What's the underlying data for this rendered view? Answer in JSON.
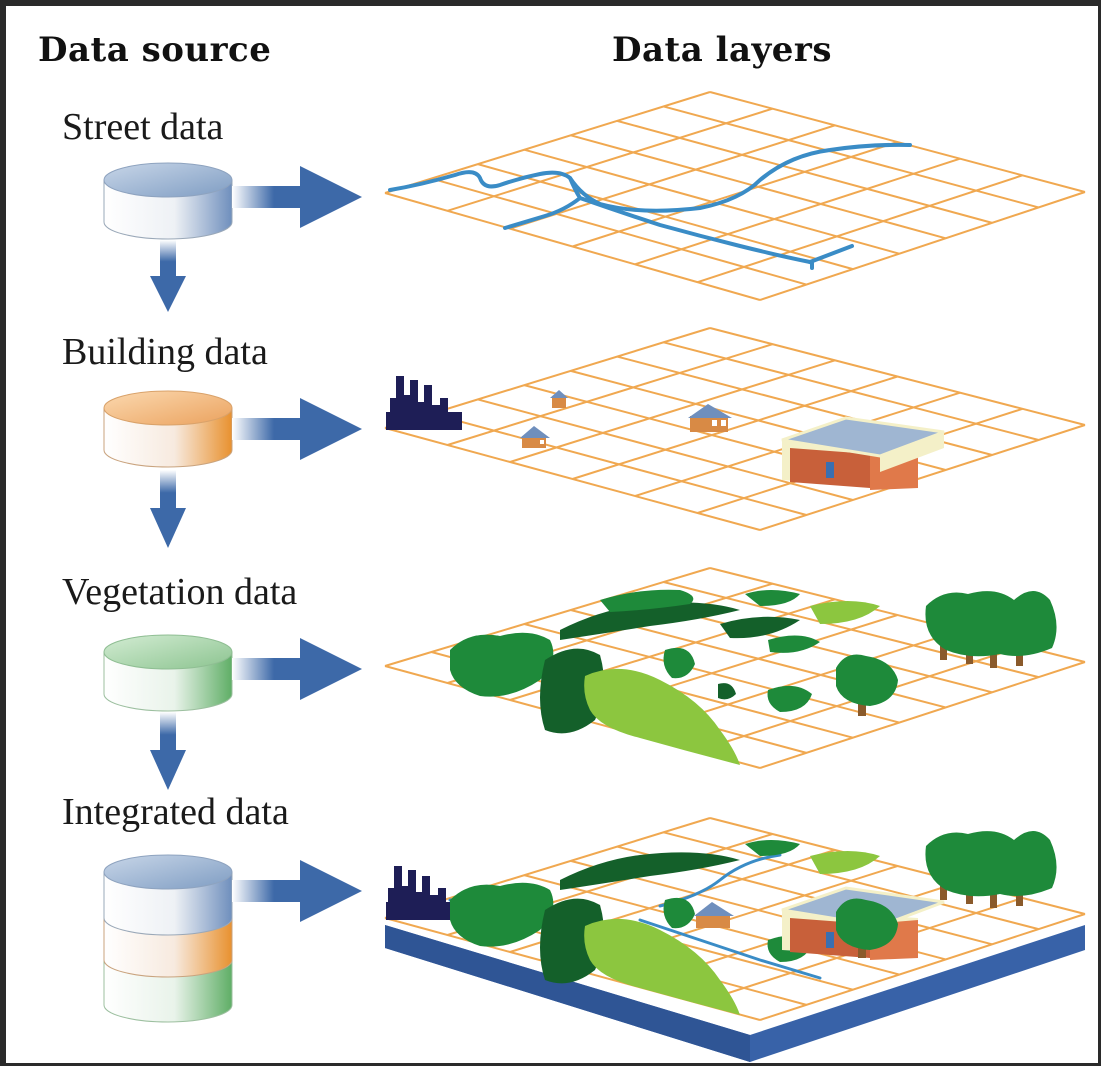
{
  "headers": {
    "source": "Data source",
    "layers": "Data layers"
  },
  "sources": [
    {
      "label": "Street data",
      "color": "#7f9dc3"
    },
    {
      "label": "Building data",
      "color": "#e9a25a"
    },
    {
      "label": "Vegetation data",
      "color": "#8bc48f"
    },
    {
      "label": "Integrated data",
      "color": "#7f9dc3"
    }
  ],
  "colors": {
    "grid": "#f0a850",
    "arrow": "#3d69a8",
    "street": "#3a8cc6",
    "base": "#3862a8",
    "tree_dark": "#1e8a3a",
    "tree_light": "#8cc63f"
  }
}
